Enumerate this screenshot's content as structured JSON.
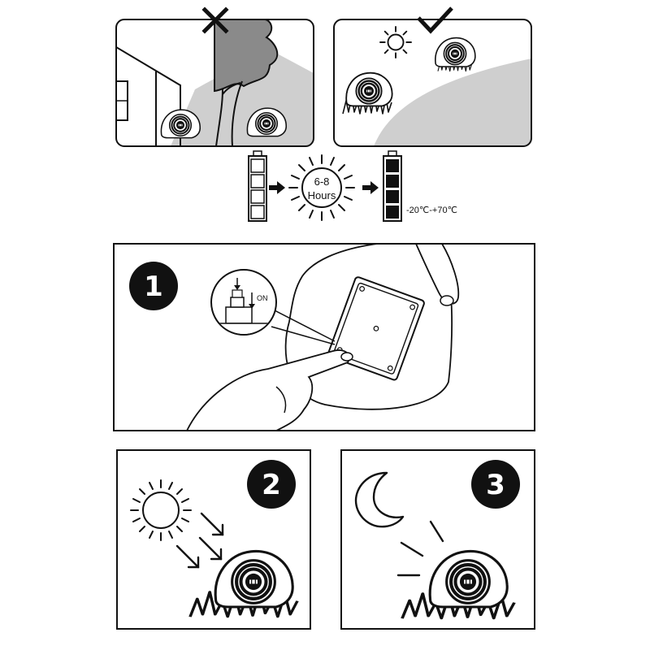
{
  "charging": {
    "duration_top": "6-8",
    "duration_bottom": "Hours",
    "temperature_range": "-20℃-+70℃"
  },
  "switch_label": "ON",
  "steps": [
    {
      "number": "1"
    },
    {
      "number": "2"
    },
    {
      "number": "3"
    }
  ],
  "icons": {
    "wrong": "cross-icon",
    "correct": "check-icon",
    "sun": "sun-icon",
    "moon": "moon-icon",
    "battery": "battery-icon",
    "arrow": "arrow-right-icon",
    "light": "rock-light-icon",
    "hand": "hand-icon",
    "grass": "grass-icon"
  },
  "colors": {
    "ink": "#111111",
    "shade": "#cfcfcf",
    "tree": "#8a8a8a",
    "paper": "#ffffff"
  }
}
